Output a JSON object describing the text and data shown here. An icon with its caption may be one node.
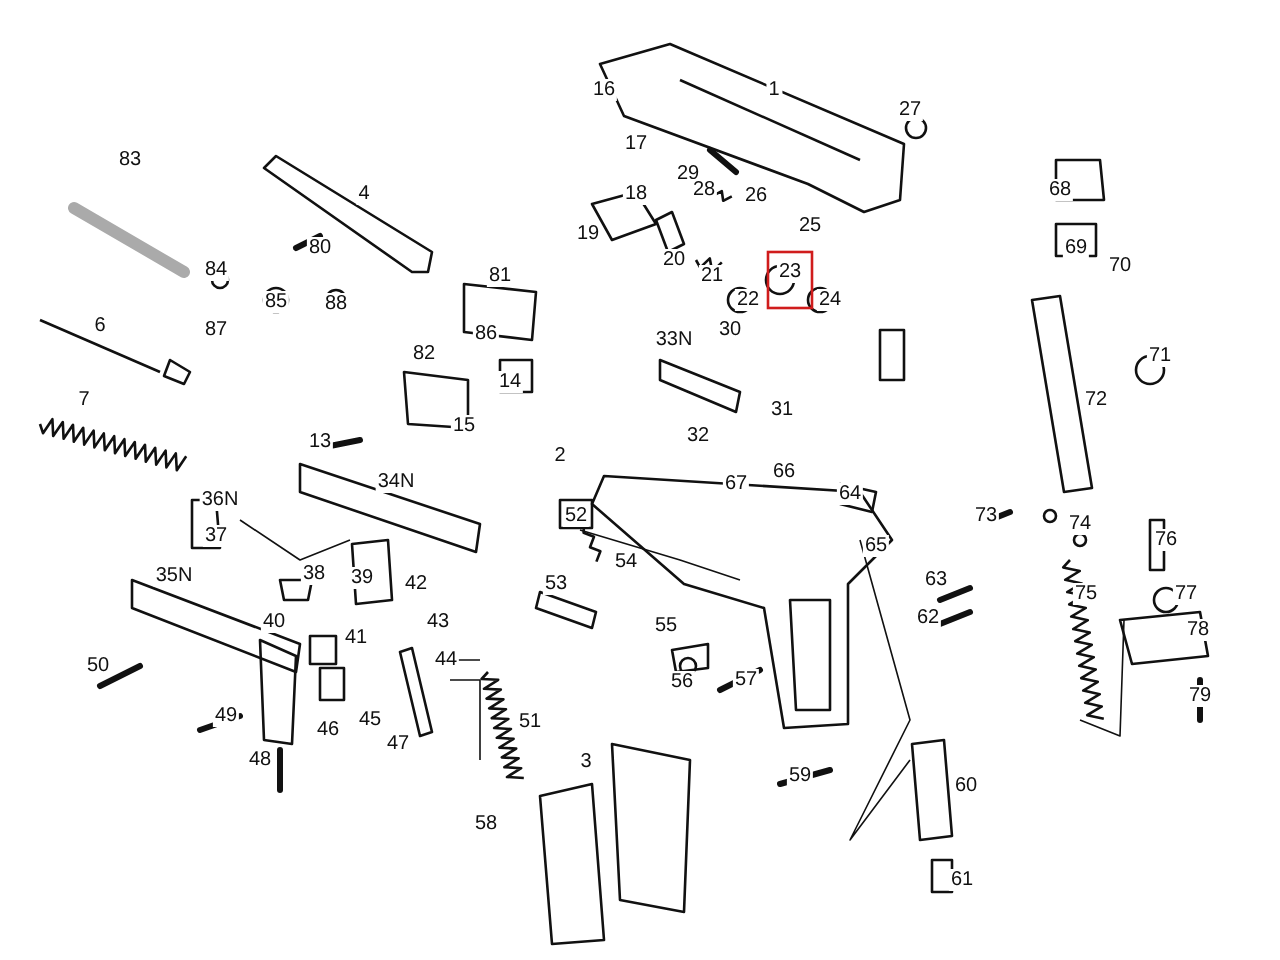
{
  "diagram": {
    "labels": [
      "16",
      "1",
      "27",
      "17",
      "83",
      "29",
      "68",
      "28",
      "4",
      "18",
      "26",
      "25",
      "19",
      "80",
      "69",
      "20",
      "70",
      "23",
      "84",
      "81",
      "21",
      "24",
      "22",
      "85",
      "88",
      "6",
      "30",
      "87",
      "86",
      "33N",
      "82",
      "71",
      "14",
      "7",
      "72",
      "31",
      "15",
      "32",
      "13",
      "2",
      "66",
      "67",
      "34N",
      "64",
      "36N",
      "52",
      "73",
      "74",
      "37",
      "76",
      "65",
      "54",
      "38",
      "35N",
      "39",
      "63",
      "53",
      "42",
      "75",
      "77",
      "62",
      "40",
      "43",
      "55",
      "78",
      "41",
      "44",
      "50",
      "57",
      "56",
      "79",
      "49",
      "45",
      "51",
      "46",
      "47",
      "48",
      "3",
      "59",
      "60",
      "58",
      "61"
    ]
  }
}
